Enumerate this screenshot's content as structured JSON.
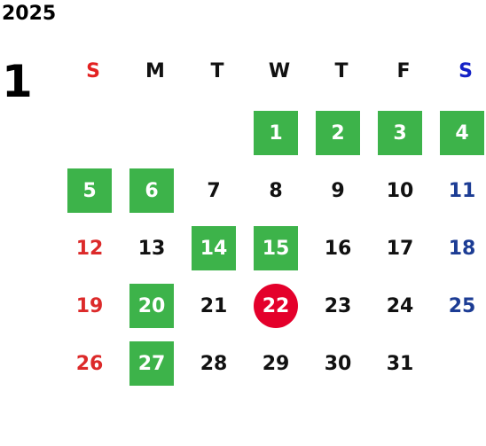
{
  "calendar": {
    "year": "2025",
    "month": "1",
    "weekdays": [
      "S",
      "M",
      "T",
      "W",
      "T",
      "F",
      "S"
    ],
    "first_weekday_index": 3,
    "days_in_month": 31,
    "highlighted_days": [
      1,
      2,
      3,
      4,
      5,
      6,
      14,
      15,
      20,
      27
    ],
    "today": 22,
    "colors": {
      "highlight": "#3db34a",
      "today": "#e4002b",
      "sunday": "#dc2a2a",
      "saturday": "#1c3c94",
      "default": "#111111"
    }
  }
}
